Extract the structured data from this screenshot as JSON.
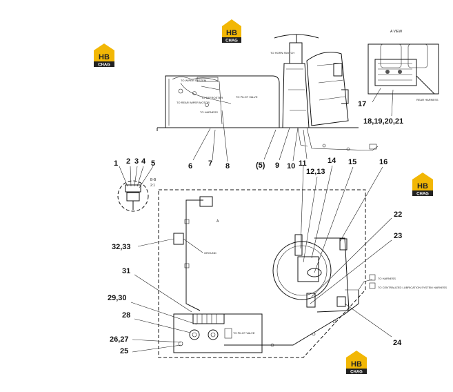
{
  "logo": {
    "top_glyph": "HB",
    "bottom_text": "CHAG",
    "accent_color": "#f2b705",
    "dark_color": "#222222"
  },
  "callouts": {
    "c1": "1",
    "c2": "2",
    "c3": "3",
    "c4": "4",
    "c5": "5",
    "c6": "6",
    "c7": "7",
    "c8": "8",
    "c5p": "(5)",
    "c9": "9",
    "c10": "10",
    "c11": "11",
    "c1213": "12,13",
    "c14": "14",
    "c15": "15",
    "c16": "16",
    "c17": "17",
    "c18_21": "18,19,20,21",
    "c22": "22",
    "c23": "23",
    "c24": "24",
    "c25": "25",
    "c2627": "26,27",
    "c28": "28",
    "c2930": "29,30",
    "c31": "31",
    "c3233": "32,33"
  },
  "section_label": "B-B",
  "section_scale": "2:1",
  "view_label": "A VIEW",
  "view_marker": "A",
  "notes": {
    "horn_switch": "TO HORN SWITCH",
    "wiper_system": "TO WIPER SYSTEM",
    "rear_wiper_motor": "TO REAR WIPER MOTOR",
    "defroster": "TO DEFROSTER",
    "harness": "TO HARNESS",
    "pilot_valve": "TO PILOT VALVE",
    "rear_harness": "REAR HARNESS",
    "ground": "GROUND",
    "lube_system": "TO CENTRALIZED LUBRICATION SYSTEM HARNESS"
  }
}
